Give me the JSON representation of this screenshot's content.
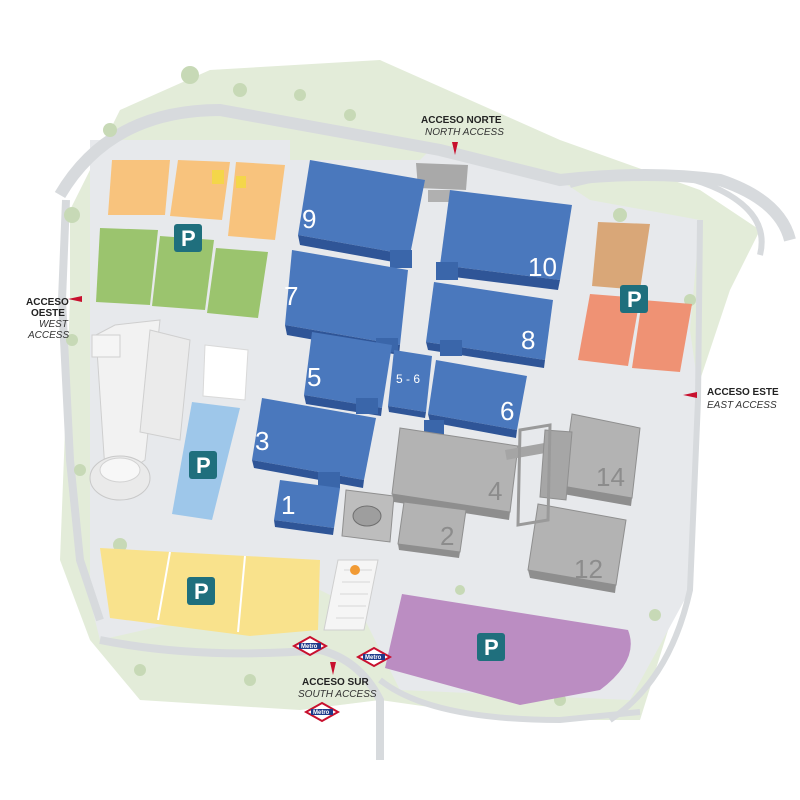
{
  "halls": {
    "h1": "1",
    "h2": "2",
    "h3": "3",
    "h4": "4",
    "h56": "5 - 6",
    "h5": "5",
    "h6": "6",
    "h7": "7",
    "h8": "8",
    "h9": "9",
    "h10": "10",
    "h12": "12",
    "h14": "14"
  },
  "parking_label": "P",
  "metro_label": "Metro",
  "access": {
    "north": {
      "main": "ACCESO NORTE",
      "sub": "NORTH ACCESS"
    },
    "west": {
      "main1": "ACCESO",
      "main2": "OESTE",
      "sub1": "WEST",
      "sub2": "ACCESS"
    },
    "east": {
      "main": "ACCESO ESTE",
      "sub": "EAST ACCESS"
    },
    "south": {
      "main": "ACCESO SUR",
      "sub": "SOUTH ACCESS"
    }
  },
  "colors": {
    "hall_blue": "#4a78bd",
    "hall_gray": "#b3b3b3",
    "ground": "#e6e8ea",
    "green_area": "#dde9d4",
    "parking_orange": "#f8c37d",
    "parking_green": "#9bc46e",
    "parking_yellow": "#f9e28c",
    "parking_lightblue": "#9ec7ea",
    "parking_salmon": "#ef9274",
    "parking_tan": "#d9a778",
    "parking_purple": "#bb8dc2",
    "p_sign": "#1f6f7d",
    "access_marker": "#c8102e"
  }
}
